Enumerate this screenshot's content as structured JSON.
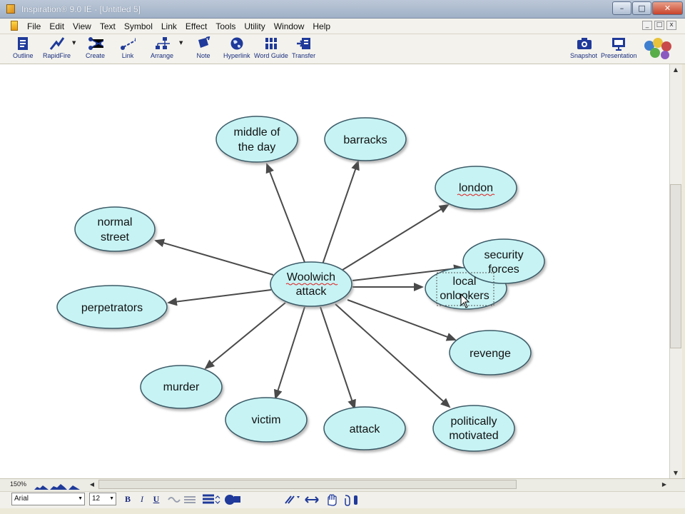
{
  "window": {
    "title": "Inspiration® 9.0 IE - [Untitled 5]"
  },
  "menu": [
    "File",
    "Edit",
    "View",
    "Text",
    "Symbol",
    "Link",
    "Effect",
    "Tools",
    "Utility",
    "Window",
    "Help"
  ],
  "toolbar": {
    "outline": "Outline",
    "rapidfire": "RapidFire",
    "create": "Create",
    "link": "Link",
    "arrange": "Arrange",
    "note": "Note",
    "hyperlink": "Hyperlink",
    "wordguide": "Word Guide",
    "transfer": "Transfer",
    "snapshot": "Snapshot",
    "presentation": "Presentation"
  },
  "diagram": {
    "center": [
      "Woolwich",
      "attack"
    ],
    "nodes": {
      "middle": [
        "middle of",
        "the day"
      ],
      "barracks": [
        "barracks"
      ],
      "london": [
        "london"
      ],
      "security": [
        "security",
        "forces"
      ],
      "onlookers": [
        "local",
        "onlookers"
      ],
      "street": [
        "normal",
        "street"
      ],
      "perpetrators": [
        "perpetrators"
      ],
      "murder": [
        "murder"
      ],
      "victim": [
        "victim"
      ],
      "attack": [
        "attack"
      ],
      "revenge": [
        "revenge"
      ],
      "political": [
        "politically",
        "motivated"
      ]
    }
  },
  "status": {
    "zoom": "150%"
  },
  "format": {
    "font": "Arial",
    "size": "12"
  },
  "colors": {
    "node_fill": "#c7f3f4",
    "node_stroke": "#3a5a66",
    "arrow": "#4a4a4a",
    "spell_underline": "#e02020"
  }
}
